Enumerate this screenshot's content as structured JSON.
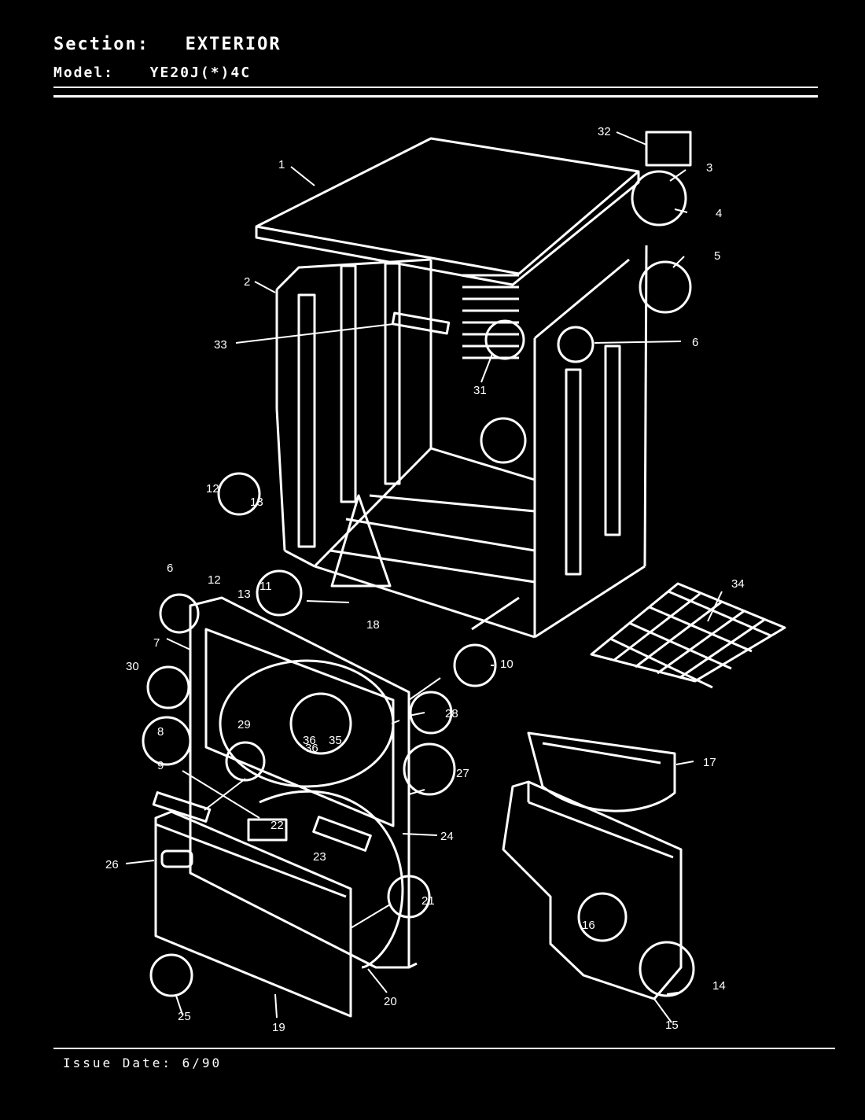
{
  "header": {
    "section_label": "Section:",
    "section_value": "EXTERIOR",
    "model_label": "Model:",
    "model_value": "YE20J(*)4C"
  },
  "footer": {
    "issue_date_label": "Issue Date:",
    "issue_date_value": "6/90"
  },
  "callouts": [
    "1",
    "2",
    "3",
    "4",
    "5",
    "6",
    "6",
    "7",
    "8",
    "9",
    "10",
    "11",
    "12",
    "12",
    "13",
    "13",
    "14",
    "15",
    "16",
    "17",
    "18",
    "19",
    "20",
    "21",
    "22",
    "23",
    "24",
    "25",
    "26",
    "27",
    "28",
    "29",
    "30",
    "31",
    "32",
    "33",
    "34",
    "35",
    "36",
    "36"
  ],
  "colors": {
    "background": "#000000",
    "line": "#ffffff"
  }
}
